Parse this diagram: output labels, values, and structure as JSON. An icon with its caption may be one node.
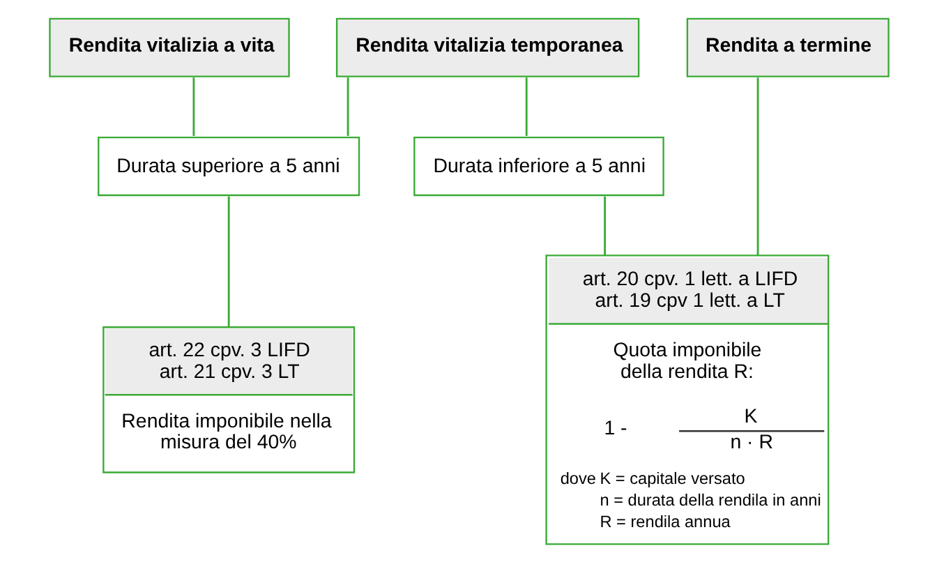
{
  "diagram": {
    "nodes": [
      {
        "text": [
          "Rendita vitalizia a vita"
        ]
      },
      {
        "text": [
          "Rendita vitalizia temporanea"
        ]
      },
      {
        "text": [
          "Rendita a termine"
        ]
      },
      {
        "text": [
          "Durata superiore a 5 anni"
        ]
      },
      {
        "text": [
          "Durata inferiore a 5 anni"
        ]
      },
      {
        "text": [
          "art. 22 cpv. 3 LIFD art. 21 cpv. 3 LT",
          "Rendita imponibile nella misura del 40%"
        ]
      },
      {
        "text": [
          "art. 20 cpv. 1 lett. a LIFD art. 19 cpv 1 lett. a LT",
          "Quota imponibile della rendita R:",
          "1 -",
          "K",
          "n · R",
          "dove",
          "K = capitale versato",
          "n = durata della rendila in anni",
          "R = rendila annua"
        ]
      }
    ],
    "edges": [
      {
        "from": 0,
        "to": 3,
        "arrow": "none"
      },
      {
        "from": 1,
        "to": 3,
        "arrow": "none"
      },
      {
        "from": 1,
        "to": 4,
        "arrow": "none"
      },
      {
        "from": 2,
        "to": 6,
        "arrow": "none"
      },
      {
        "from": 3,
        "to": 5,
        "arrow": "none"
      },
      {
        "from": 4,
        "to": 6,
        "arrow": "none"
      }
    ]
  }
}
